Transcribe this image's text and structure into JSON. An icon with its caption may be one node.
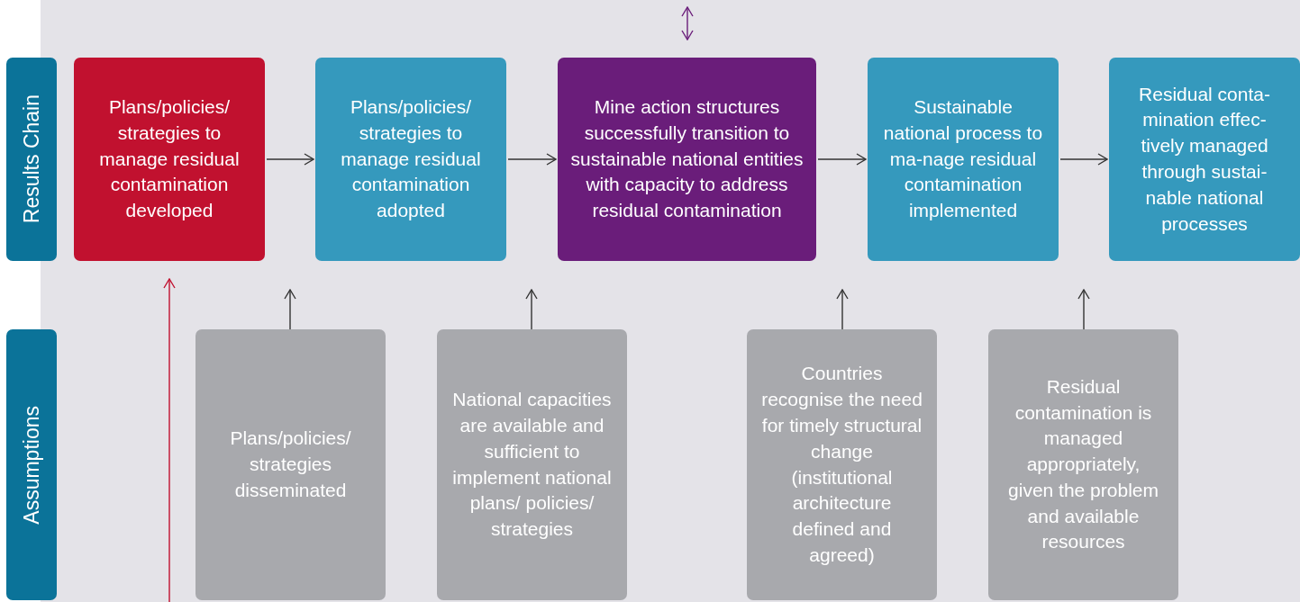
{
  "diagram": {
    "nodes": [
      {
        "text": [
          "Results Chain"
        ]
      },
      {
        "text": [
          "Assumptions"
        ]
      },
      {
        "text": [
          "Plans/policies/ strategies to manage residual contamination developed"
        ]
      },
      {
        "text": [
          "Plans/policies/ strategies to manage residual contamination adopted"
        ]
      },
      {
        "text": [
          "Mine action structures successfully transition to sustainable national entities with capacity to address residual contamination"
        ]
      },
      {
        "text": [
          "Sustainable national process to ma-nage residual contamination implemented"
        ]
      },
      {
        "text": [
          "Residual conta-mination effec-tively managed through sustai-nable national processes"
        ]
      },
      {
        "text": [
          "Plans/policies/ strategies disseminated"
        ]
      },
      {
        "text": [
          "National capacities are available and sufficient to implement national plans/ policies/ strategies"
        ]
      },
      {
        "text": [
          "Countries recognise the need for timely structural change (institutional architecture defined and agreed)"
        ]
      },
      {
        "text": [
          "Residual contamination is managed appropriately, given the problem and available resources"
        ]
      }
    ],
    "edges": [
      {
        "from": 2,
        "to": 3,
        "arrow": "to"
      },
      {
        "from": 3,
        "to": 4,
        "arrow": "to"
      },
      {
        "from": 4,
        "to": 5,
        "arrow": "to"
      },
      {
        "from": 5,
        "to": 6,
        "arrow": "to"
      },
      {
        "from": 7,
        "to": null,
        "arrow": "to"
      },
      {
        "from": 8,
        "to": null,
        "arrow": "to"
      },
      {
        "from": 9,
        "to": null,
        "arrow": "to"
      },
      {
        "from": 10,
        "to": null,
        "arrow": "to"
      },
      {
        "from": null,
        "to": 2,
        "arrow": "to",
        "color": "#c1112f"
      },
      {
        "from": null,
        "to": 4,
        "arrow": "both",
        "color": "#6a1d7a"
      }
    ]
  }
}
